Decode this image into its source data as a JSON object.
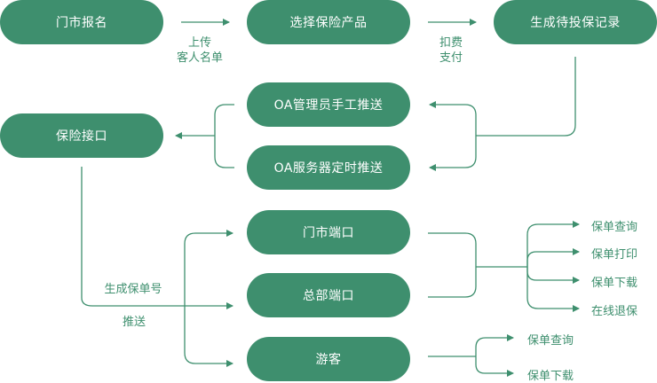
{
  "nodes": {
    "store_signup": "门市报名",
    "choose_product": "选择保险产品",
    "generate_pending": "生成待投保记录",
    "oa_manual_push": "OA管理员手工推送",
    "oa_scheduled_push": "OA服务器定时推送",
    "insurance_interface": "保险接口",
    "store_port": "门市端口",
    "hq_port": "总部端口",
    "tourist": "游客"
  },
  "edge_labels": {
    "upload_line1": "上传",
    "upload_line2": "客人名单",
    "pay_line1": "扣费",
    "pay_line2": "支付",
    "policy_no": "生成保单号",
    "push": "推送"
  },
  "outputs": {
    "store_hq": [
      "保单查询",
      "保单打印",
      "保单下载",
      "在线退保"
    ],
    "tourist": [
      "保单查询",
      "保单下载"
    ]
  },
  "colors": {
    "accent": "#3e8f6e"
  }
}
